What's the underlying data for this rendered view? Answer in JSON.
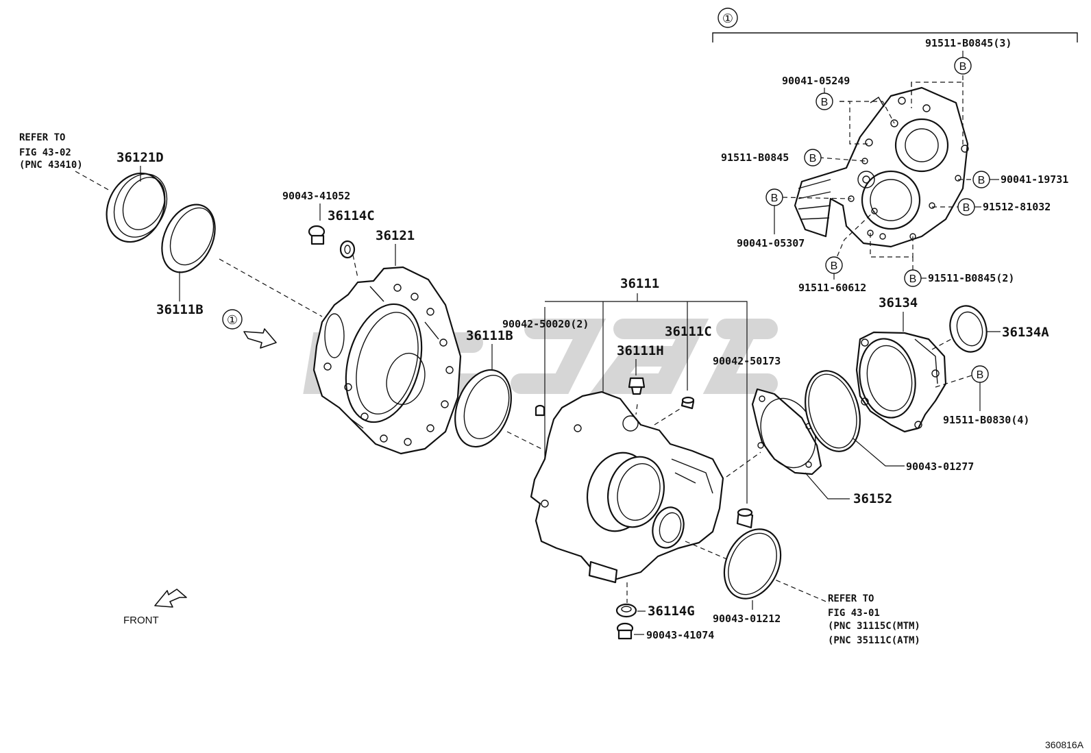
{
  "labels": {
    "refer_top_left": [
      "REFER TO",
      "FIG 43-02",
      "(PNC 43410)"
    ],
    "p36121D": "36121D",
    "p36111B_left": "36111B",
    "p90043_41052": "90043-41052",
    "p36114C": "36114C",
    "p36121": "36121",
    "p36111": "36111",
    "p90042_50020": "90042-50020(2)",
    "p36111C": "36111C",
    "p36111H": "36111H",
    "p36111B_mid": "36111B",
    "p90042_50173": "90042-50173",
    "p36134": "36134",
    "p36134A": "36134A",
    "p91511_B0830": "91511-B0830(4)",
    "p90043_01277": "90043-01277",
    "p36152": "36152",
    "p90043_01212": "90043-01212",
    "p36114G": "36114G",
    "p90043_41074": "90043-41074",
    "refer_bottom_right": [
      "REFER TO",
      "FIG 43-01",
      "(PNC 31115C(MTM)",
      "(PNC 35111C(ATM)"
    ],
    "front": "FRONT",
    "figure_id": "360816A",
    "circled_1": "①",
    "bolt_marker": "B",
    "p91511_B0845_3": "91511-B0845(3)",
    "p90041_05249": "90041-05249",
    "p91511_B0845": "91511-B0845",
    "p90041_19731": "90041-19731",
    "p91512_81032": "91512-81032",
    "p90041_05307": "90041-05307",
    "p91511_60612": "91511-60612",
    "p91511_B0845_2": "91511-B0845(2)"
  }
}
